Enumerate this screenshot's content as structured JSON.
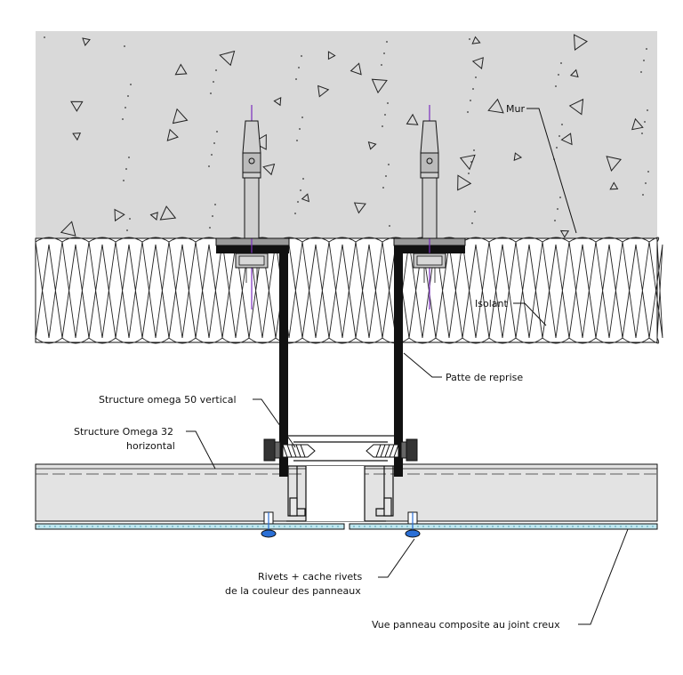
{
  "labels": {
    "mur": "Mur",
    "isolant": "Isolant",
    "patte": "Patte de reprise",
    "omega50": "Structure omega 50 vertical",
    "omega32_l1": "Structure Omega 32",
    "omega32_l2": "horizontal",
    "rivets_l1": "Rivets + cache rivets",
    "rivets_l2": "de la couleur des panneaux",
    "panneau": "Vue panneau composite au joint creux"
  },
  "colors": {
    "wall": "#d9d9d9",
    "insulation": "#ffffff",
    "panel_fill": "#bfe6ef",
    "anchor_line": "#7b2fbf",
    "rivet": "#2a6fd6",
    "steel": "#111111"
  }
}
